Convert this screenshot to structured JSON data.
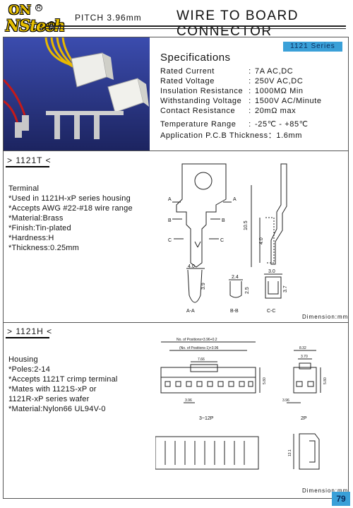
{
  "header": {
    "logo_top": "ON",
    "logo_text": "NStech",
    "pitch": "PITCH 3.96mm",
    "title": "WIRE TO BOARD CONNECTOR"
  },
  "spec": {
    "series": "1121  Series",
    "title": "Specifications",
    "rows": [
      {
        "key": "Rated   Current",
        "value": "7A AC,DC"
      },
      {
        "key": "Rated   Voltage",
        "value": "250V AC,DC"
      },
      {
        "key": "Insulation Resistance",
        "value": "1000MΩ Min"
      },
      {
        "key": "Withstanding  Voltage",
        "value": "1500V AC/Minute"
      },
      {
        "key": "Contact   Resistance",
        "value": "20mΩ max"
      },
      {
        "key": "Temperature  Range",
        "value": "-25℃ - +85℃"
      }
    ],
    "pcb": "Application P.C.B Thickness：1.6mm"
  },
  "section_t": {
    "tag": "> 1121T <",
    "lines": [
      "Terminal",
      "*Used  in 1121H-xP series housing",
      "*Accepts AWG #22-#18 wire range",
      "*Material:Brass",
      "*Finish:Tin-plated",
      "*Hardness:H",
      "*Thickness:0.25mm"
    ],
    "dimension": "Dimension:mm",
    "labels": {
      "a": "A",
      "b": "B",
      "c": "C",
      "aa": "A-A",
      "bb": "B-B",
      "cc": "C-C",
      "d105": "10.5",
      "d40": "4.0",
      "d40b": "4.0",
      "d39": "3.9",
      "d24": "2.4",
      "d25": "2.5",
      "d30": "3.0",
      "d37": "3.7"
    }
  },
  "section_h": {
    "tag": "> 1121H <",
    "lines": [
      "Housing",
      "*Poles:2-14",
      "*Accepts 1121T crimp terminal",
      "*Mates with 1121S-xP or",
      "  1121R-xP series wafer",
      "*Material:Nylon66 UL94V-0"
    ],
    "dimension": "Dimension:mm",
    "labels": {
      "overall": "No. of Positions×3.96+0.2",
      "pitch_total": "(No. of Positions-1)×3.96",
      "d766": "7.66",
      "d580": "5.80",
      "d396": "3.96",
      "p312": "3~12P",
      "d832": "8.32",
      "d370": "3.70",
      "d580b": "5.80",
      "d396b": "3.96",
      "p2": "2P",
      "d131": "13.1"
    }
  },
  "page": "79"
}
